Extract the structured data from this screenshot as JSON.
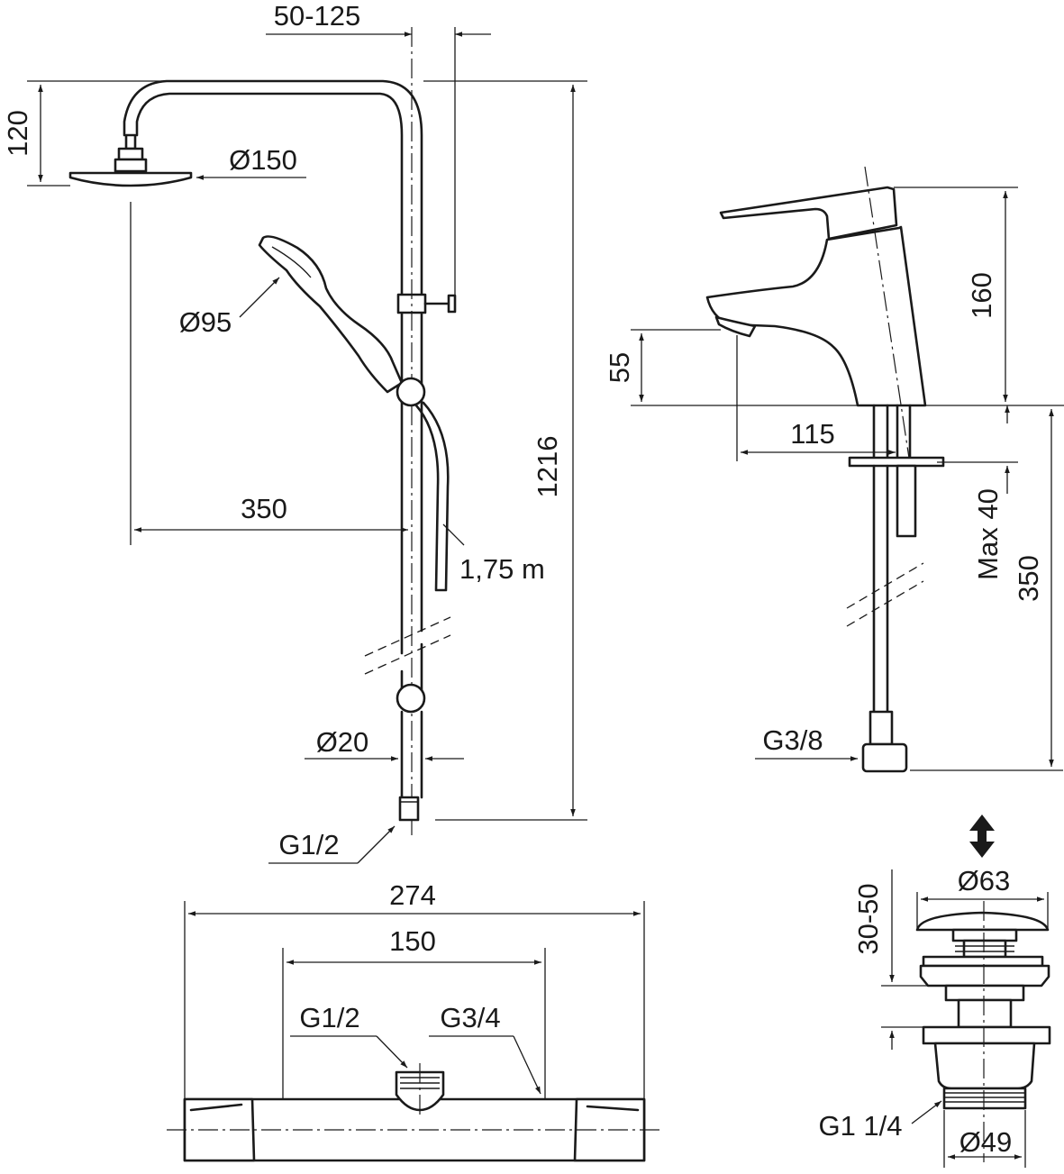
{
  "shower_set": {
    "dims": {
      "arm_offset": "50-125",
      "head_height": "120",
      "head_diameter": "Ø150",
      "hand_shower_diameter": "Ø95",
      "arm_length": "350",
      "total_height": "1216",
      "hose_length": "1,75 m",
      "rail_diameter": "Ø20",
      "inlet_thread": "G1/2"
    }
  },
  "basin_mixer": {
    "dims": {
      "height": "160",
      "spout_height": "55",
      "spout_reach": "115",
      "max_deck": "Max 40",
      "hose_length": "350",
      "connection": "G3/8"
    }
  },
  "thermostat": {
    "dims": {
      "total_width": "274",
      "center_distance": "150",
      "thread_small": "G1/2",
      "thread_large": "G3/4"
    }
  },
  "waste_valve": {
    "dims": {
      "top_diameter": "Ø63",
      "lift_range": "30-50",
      "thread": "G1 1/4",
      "bottom_diameter": "Ø49"
    }
  }
}
